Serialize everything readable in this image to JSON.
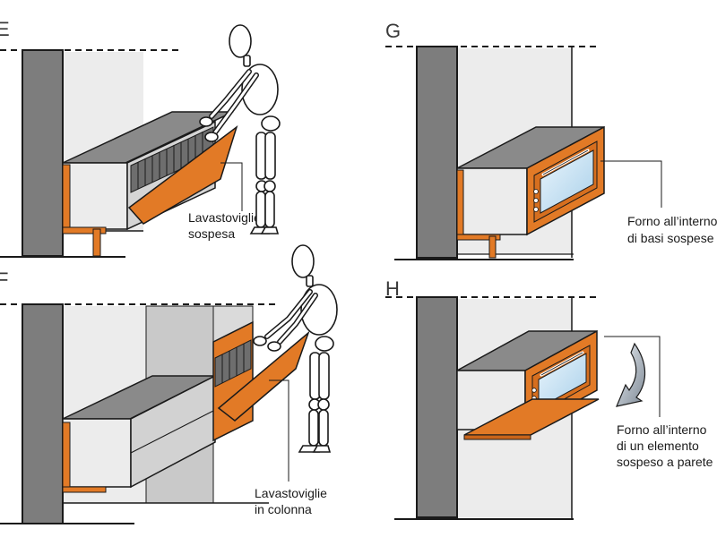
{
  "panels": {
    "E": {
      "letter": "E",
      "label_line1": "Lavastoviglie",
      "label_line2": "sospesa"
    },
    "F": {
      "letter": "F",
      "label_line1": "Lavastoviglie",
      "label_line2": "in  colonna"
    },
    "G": {
      "letter": "G",
      "label_line1": "Forno all’interno",
      "label_line2": "di basi sospese"
    },
    "H": {
      "letter": "H",
      "label_line1": "Forno all’interno",
      "label_line2": "di un elemento",
      "label_line3": "sospeso a parete"
    }
  },
  "colors": {
    "wall": "#7d7d7d",
    "cabinet_front": "#ececec",
    "countertop": "#8a8a8a",
    "appliance_orange": "#e27a26",
    "oven_glass": "#cfe6f5",
    "figure_fill": "#ffffff",
    "line": "#1a1a1a"
  },
  "icons": {
    "rotate_arrow": "curved-arrow-icon"
  }
}
